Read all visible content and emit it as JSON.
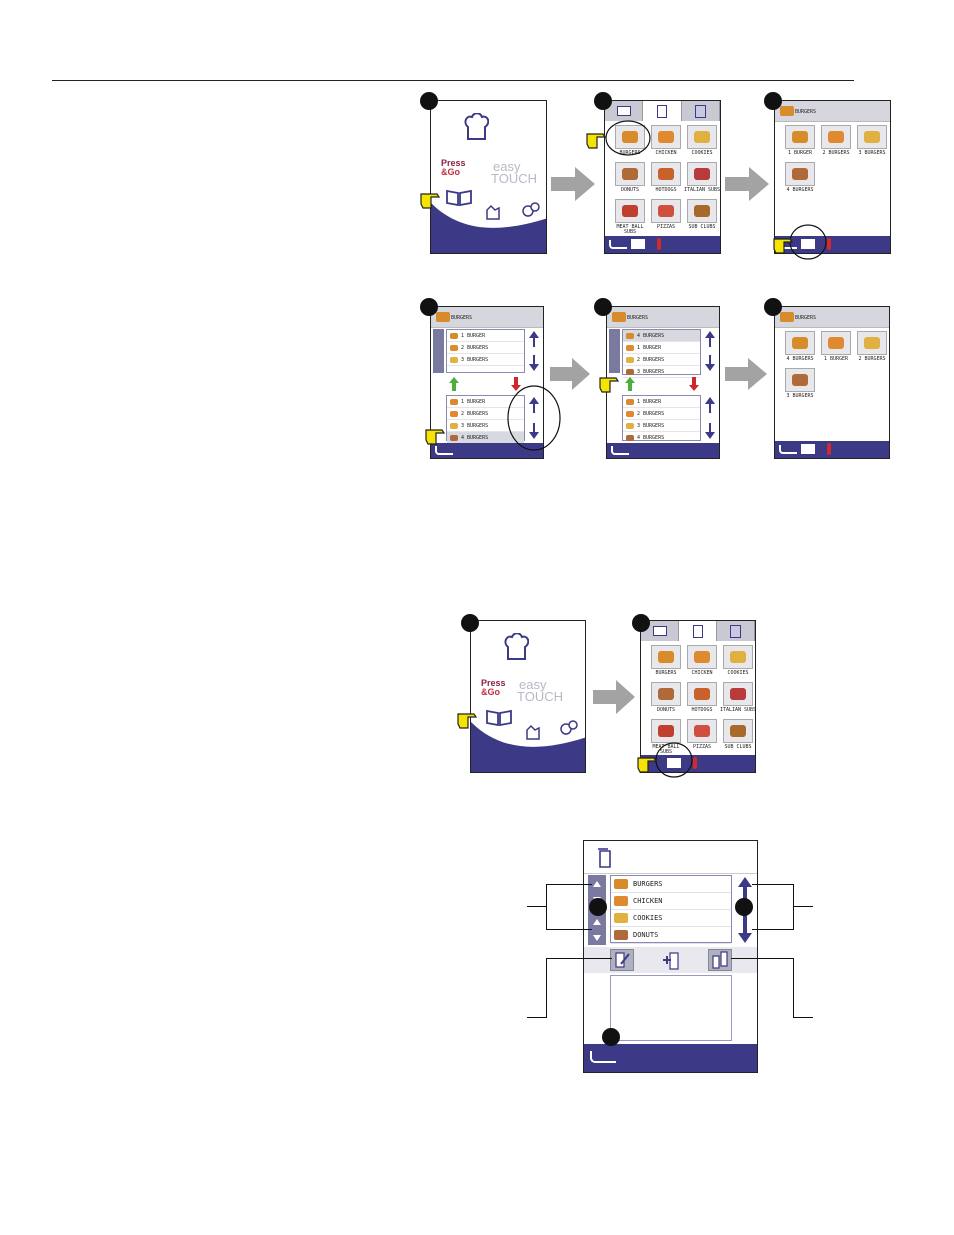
{
  "logos": {
    "press": "Press",
    "go": "&Go",
    "easy": "easy",
    "touch": "TOUCH"
  },
  "menu": {
    "items": [
      "BURGERS",
      "CHICKEN",
      "COOKIES",
      "DONUTS",
      "HOTDOGS",
      "ITALIAN SUBS",
      "MEAT BALL SUBS",
      "PIZZAS",
      "SUB CLUBS"
    ]
  },
  "burgers_screen": {
    "title": "BURGERS",
    "items": [
      "1 BURGER",
      "2 BURGERS",
      "3 BURGERS",
      "4 BURGERS"
    ]
  },
  "reorder_before": {
    "title": "BURGERS",
    "top_list": [
      "1 BURGER",
      "2 BURGERS",
      "3 BURGERS"
    ],
    "bottom_list": [
      "1 BURGER",
      "2 BURGERS",
      "3 BURGERS",
      "4 BURGERS"
    ]
  },
  "reorder_after": {
    "title": "BURGERS",
    "top_list": [
      "4 BURGERS",
      "1 BURGER",
      "2 BURGERS",
      "3 BURGERS"
    ],
    "bottom_list": [
      "1 BURGER",
      "2 BURGERS",
      "3 BURGERS",
      "4 BURGERS"
    ]
  },
  "reordered_grid": {
    "title": "BURGERS",
    "items": [
      "4 BURGERS",
      "1 BURGER",
      "2 BURGERS",
      "3 BURGERS"
    ]
  },
  "second_menu": {
    "items": [
      "BURGERS",
      "CHICKEN",
      "COOKIES",
      "DONUTS",
      "HOTDOGS",
      "ITALIAN SUBS",
      "MEAT BALL SUBS",
      "PIZZAS",
      "SUB CLUBS"
    ]
  },
  "edit_screen": {
    "items": [
      "BURGERS",
      "CHICKEN",
      "COOKIES",
      "DONUTS"
    ]
  },
  "colors": {
    "accent": "#3c3a86",
    "pointer": "#f5e400",
    "arrow_up": "#4caf3c",
    "arrow_down": "#d0282a"
  }
}
